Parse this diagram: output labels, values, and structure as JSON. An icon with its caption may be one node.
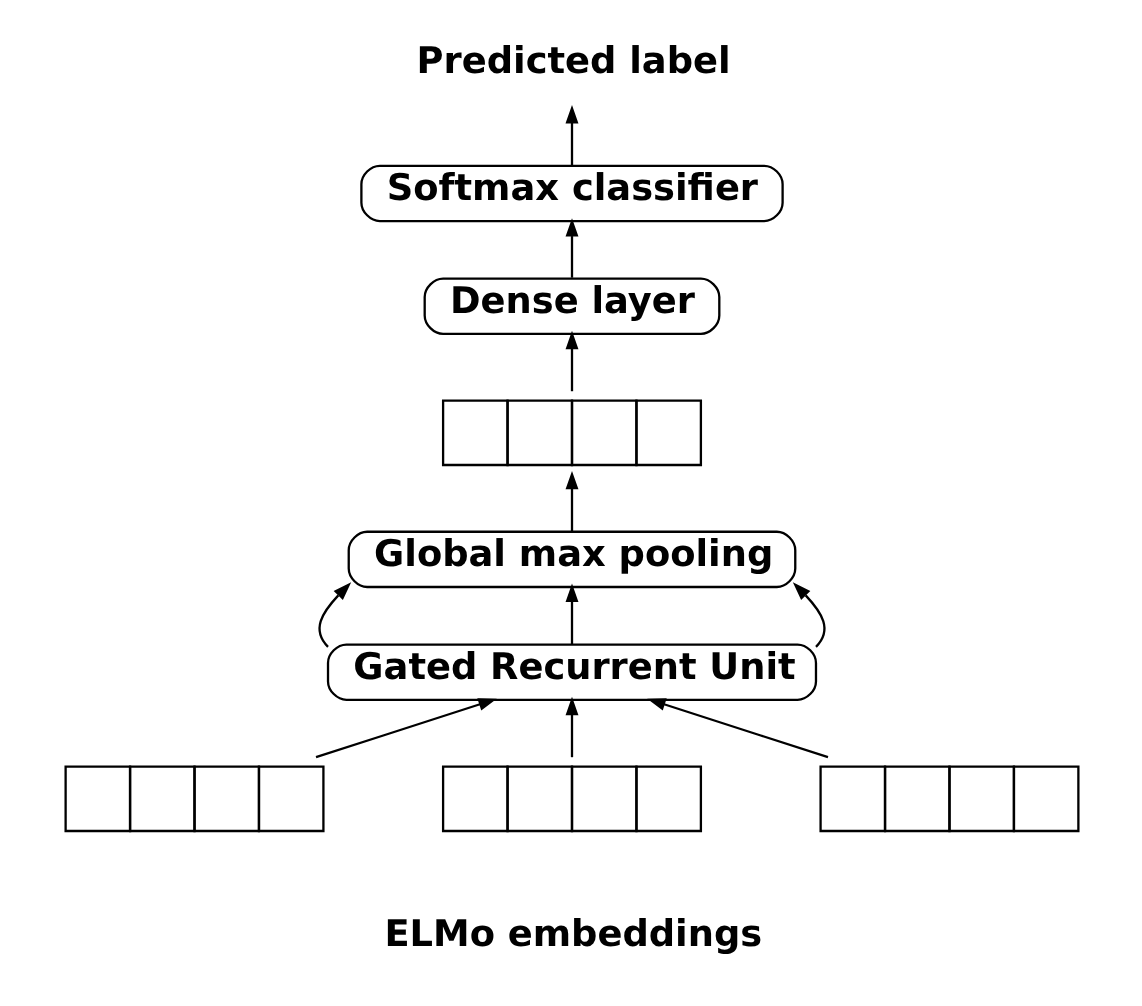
{
  "diagram": {
    "nodes": [
      {
        "text": [
          "Predicted label"
        ]
      },
      {
        "text": [
          "Softmax classifier"
        ]
      },
      {
        "text": [
          "Dense layer"
        ]
      },
      {
        "text": [],
        "shape": "box"
      },
      {
        "text": [
          "Global max pooling"
        ]
      },
      {
        "text": [
          "Gated Recurrent Unit"
        ]
      },
      {
        "text": [],
        "shape": "box"
      },
      {
        "text": [],
        "shape": "box"
      },
      {
        "text": [],
        "shape": "box"
      }
    ],
    "edges": [
      {
        "from": 6,
        "to": 5,
        "arrow": "to"
      },
      {
        "from": 7,
        "to": 5,
        "arrow": "to"
      },
      {
        "from": 8,
        "to": 5,
        "arrow": "to"
      },
      {
        "from": 5,
        "to": 4,
        "arrow": "to"
      },
      {
        "from": 5,
        "to": 4,
        "arrow": "to"
      },
      {
        "from": 5,
        "to": 4,
        "arrow": "to"
      },
      {
        "from": 4,
        "to": 3,
        "arrow": "to"
      },
      {
        "from": 3,
        "to": 2,
        "arrow": "to"
      },
      {
        "from": 2,
        "to": 1,
        "arrow": "to"
      },
      {
        "from": 1,
        "to": 0,
        "arrow": "to"
      }
    ],
    "labels": [
      "ELMo embeddings"
    ]
  }
}
